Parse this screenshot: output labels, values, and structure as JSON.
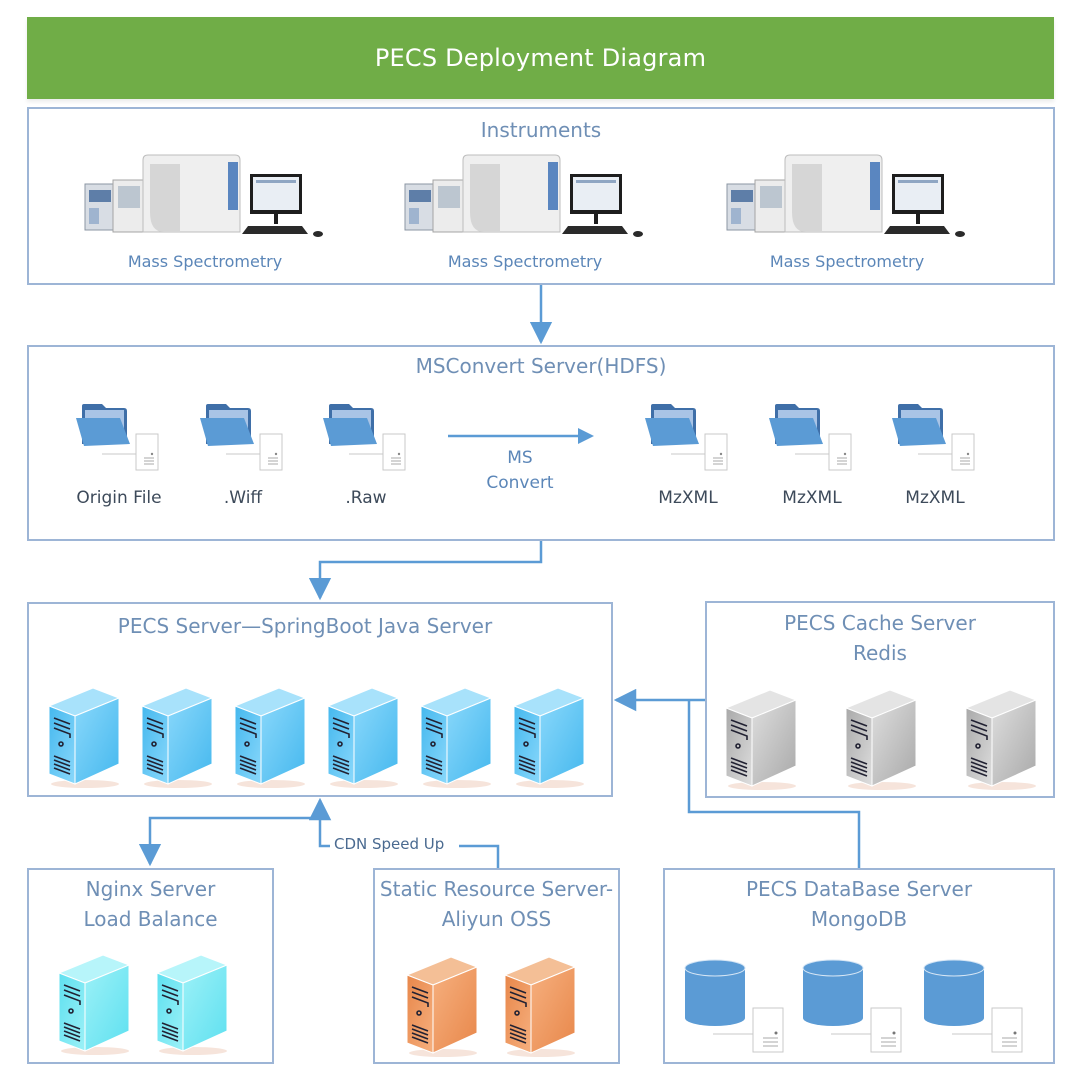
{
  "title": "PECS Deployment Diagram",
  "colors": {
    "title_bar": "#70ad47",
    "box_border": "#9db5d6",
    "connector": "#5b9bd5",
    "box_title_text": "#6f8fb5",
    "app_server": "#45b8ee",
    "cache_server": "#b8b8b8",
    "nginx_server": "#5ee0f0",
    "static_server": "#e8874a",
    "database": "#5b9bd5"
  },
  "instruments": {
    "title": "Instruments",
    "items": [
      {
        "label": "Mass Spectrometry",
        "icon": "mass-spectrometer-icon"
      },
      {
        "label": "Mass Spectrometry",
        "icon": "mass-spectrometer-icon"
      },
      {
        "label": "Mass Spectrometry",
        "icon": "mass-spectrometer-icon"
      }
    ]
  },
  "msconvert": {
    "title": "MSConvert Server(HDFS)",
    "inputs": [
      {
        "label": "Origin File",
        "icon": "folder-file-icon"
      },
      {
        "label": ".Wiff",
        "icon": "folder-file-icon"
      },
      {
        "label": ".Raw",
        "icon": "folder-file-icon"
      }
    ],
    "process_label_line1": "MS",
    "process_label_line2": "Convert",
    "outputs": [
      {
        "label": "MzXML",
        "icon": "folder-file-icon"
      },
      {
        "label": "MzXML",
        "icon": "folder-file-icon"
      },
      {
        "label": "MzXML",
        "icon": "folder-file-icon"
      }
    ]
  },
  "app_server": {
    "title": "PECS Server—SpringBoot Java Server",
    "server_count": 6
  },
  "cache_server": {
    "title_line1": "PECS Cache Server",
    "title_line2": "Redis",
    "server_count": 3
  },
  "nginx_server": {
    "title_line1": "Nginx Server",
    "title_line2": "Load Balance",
    "server_count": 2
  },
  "static_server": {
    "title_line1": "Static Resource Server-",
    "title_line2": "Aliyun OSS",
    "server_count": 2
  },
  "database_server": {
    "title_line1": "PECS DataBase Server",
    "title_line2": "MongoDB",
    "db_count": 3
  },
  "connectors": {
    "cdn_label": "CDN Speed Up"
  }
}
